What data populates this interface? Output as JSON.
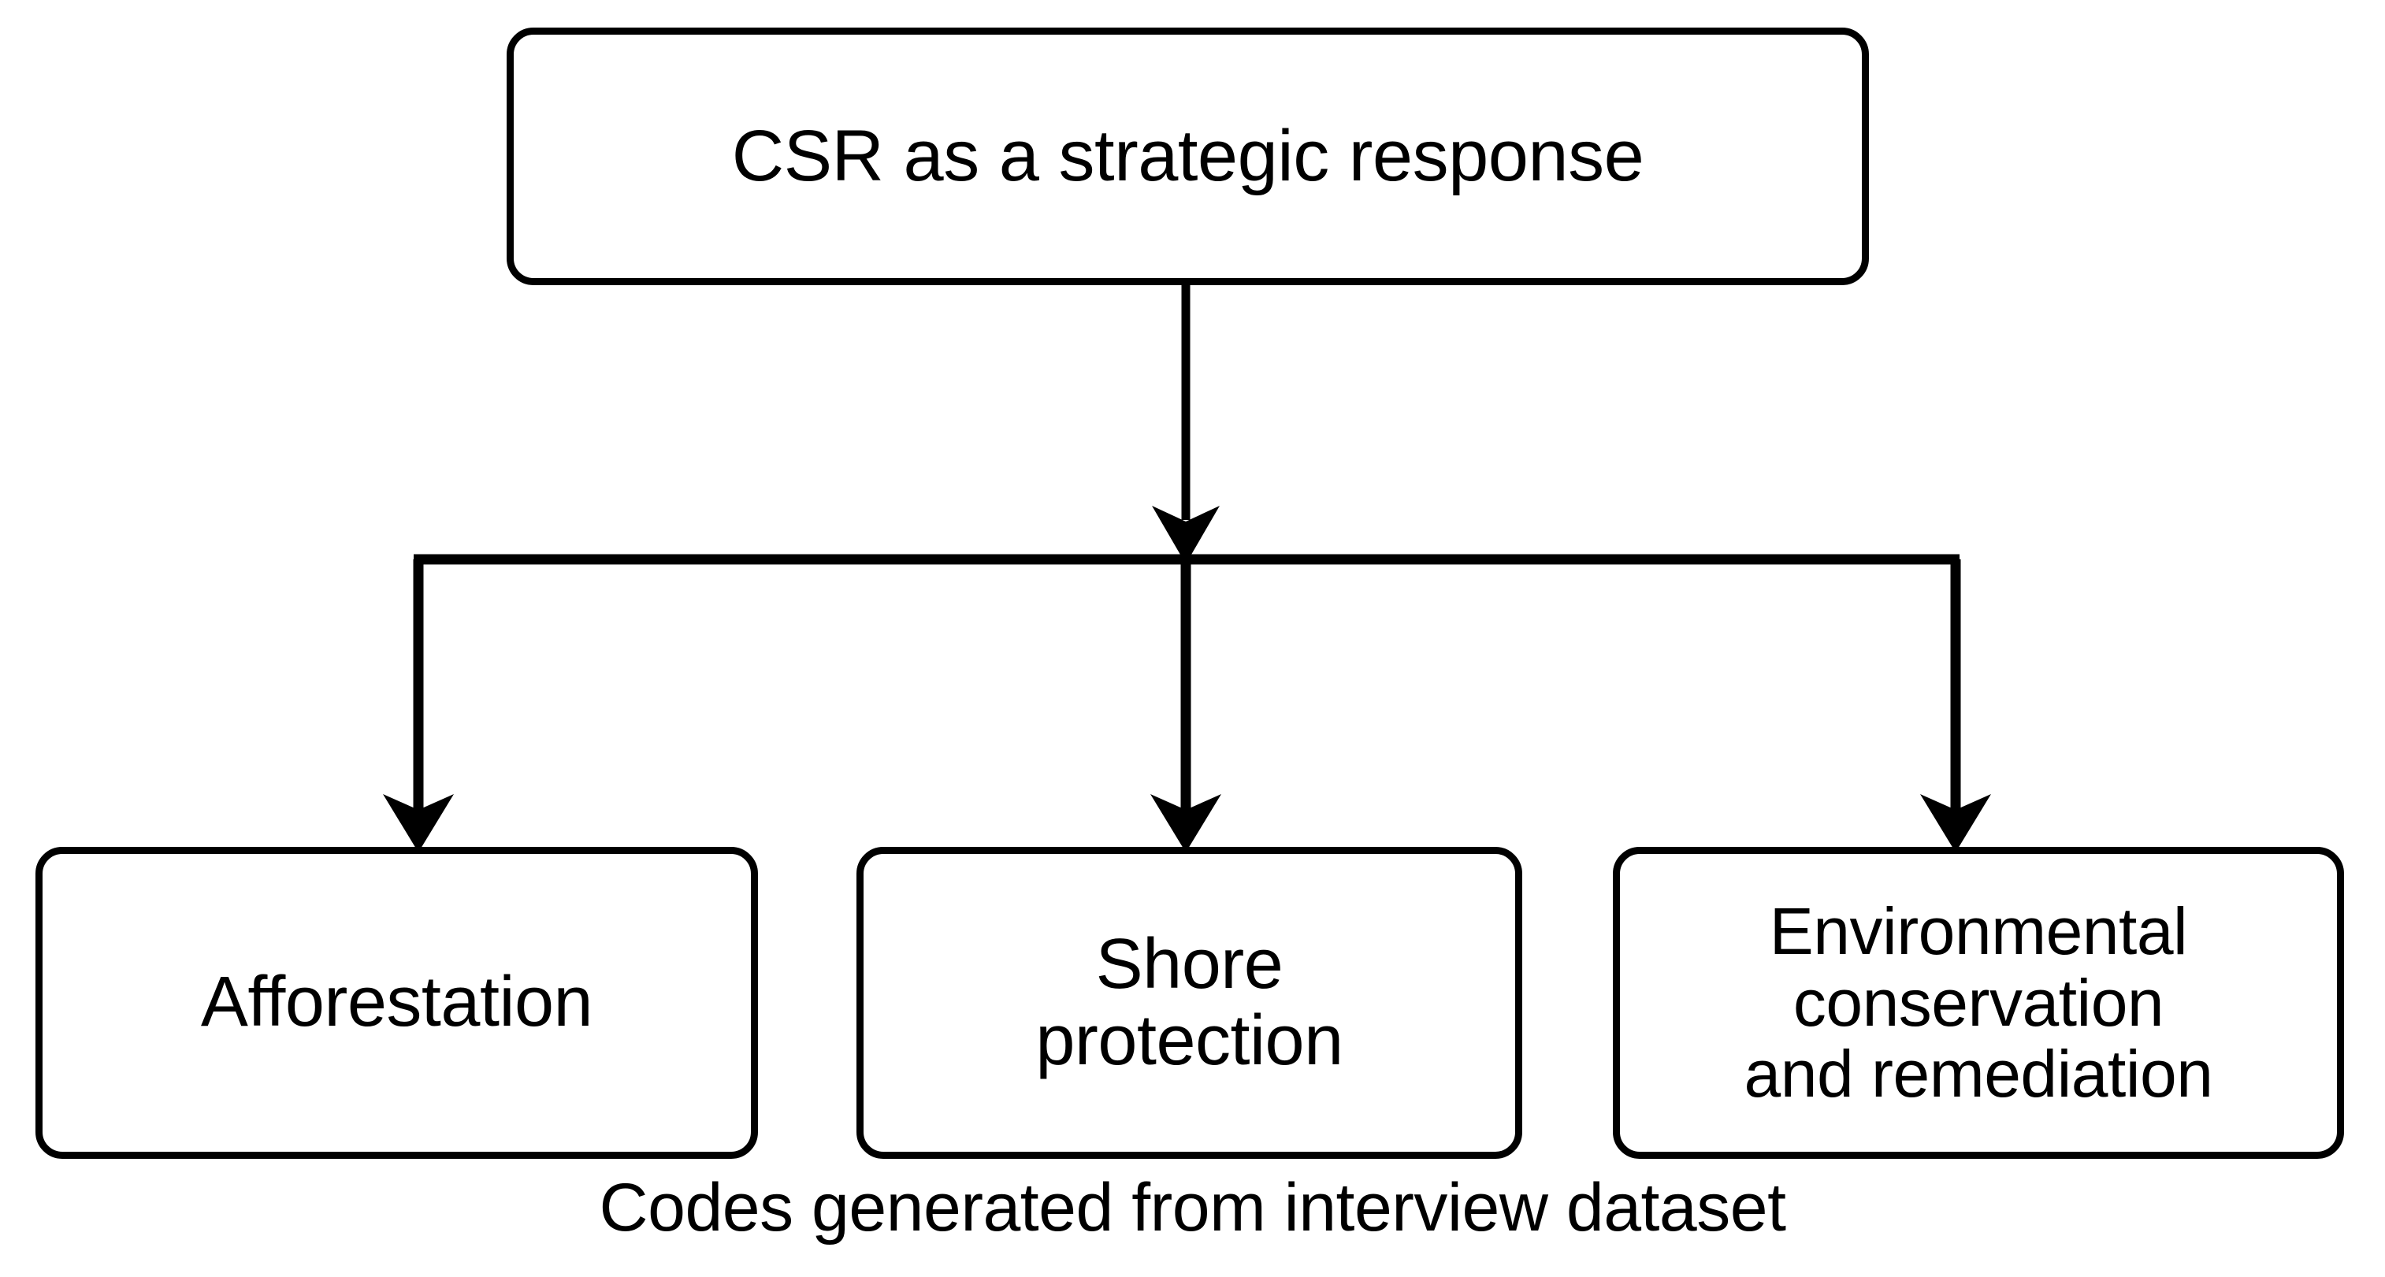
{
  "diagram": {
    "type": "flowchart",
    "orientation": "top-down",
    "background_color": "#FFFFFF",
    "line_color": "#000000",
    "text_color": "#000000",
    "root": {
      "id": "csr-strategic-response",
      "label": "CSR as a strategic response"
    },
    "children": [
      {
        "id": "afforestation",
        "label": "Afforestation"
      },
      {
        "id": "shore-protection",
        "label": "Shore\nprotection"
      },
      {
        "id": "environmental-conservation-remediation",
        "label": "Environmental\nconservation\nand remediation"
      }
    ],
    "caption": "Codes generated from interview dataset",
    "connectors": [
      {
        "from": "csr-strategic-response",
        "to": "distribution-bar",
        "style": "arrow-down"
      },
      {
        "from": "distribution-bar",
        "to": "afforestation",
        "style": "arrow-down"
      },
      {
        "from": "distribution-bar",
        "to": "shore-protection",
        "style": "arrow-down"
      },
      {
        "from": "distribution-bar",
        "to": "environmental-conservation-remediation",
        "style": "arrow-down"
      }
    ]
  }
}
